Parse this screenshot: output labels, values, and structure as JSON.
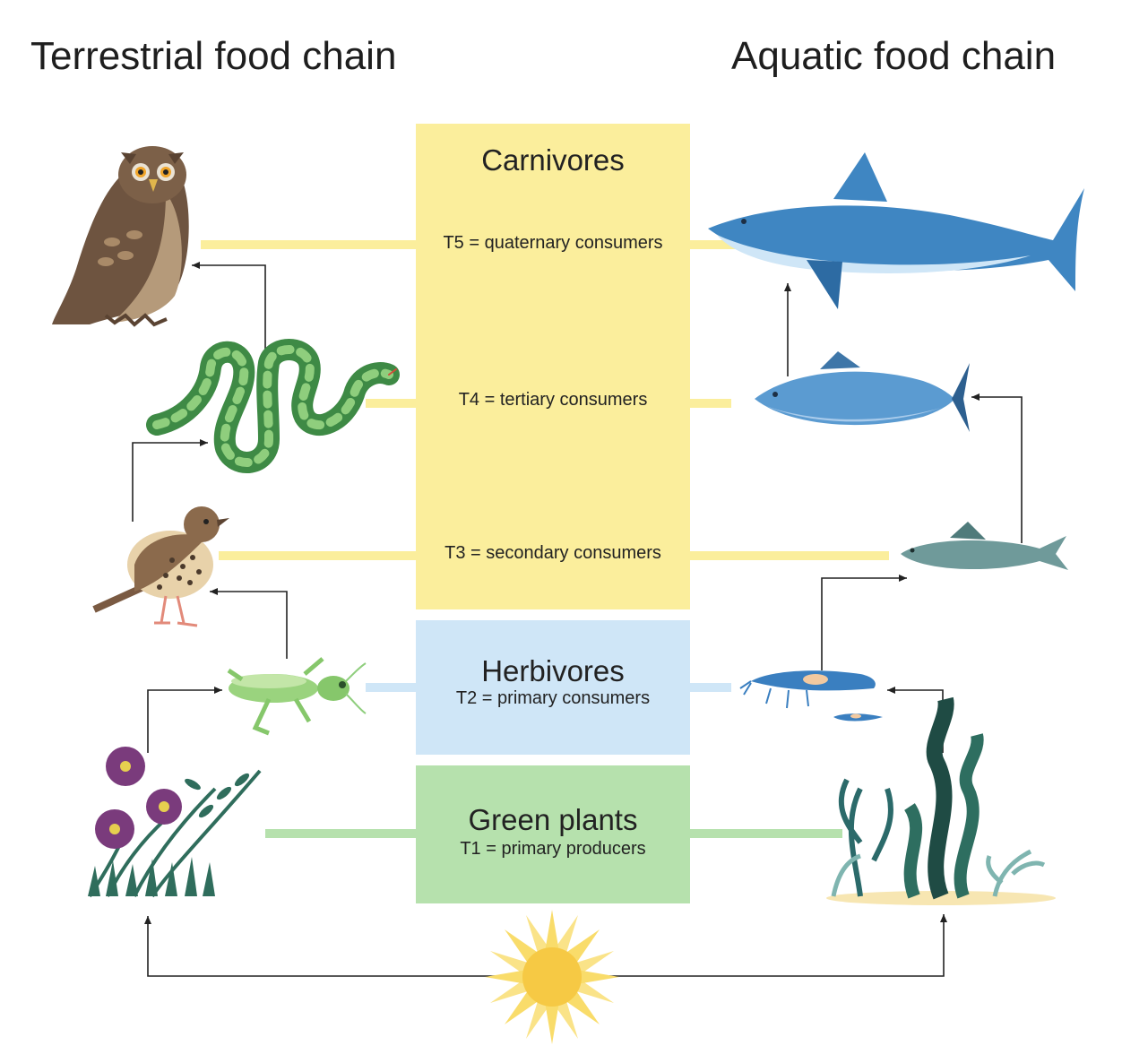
{
  "titles": {
    "terrestrial": "Terrestrial food chain",
    "aquatic": "Aquatic food chain"
  },
  "levels": {
    "carnivores": {
      "heading": "Carnivores",
      "t5": "T5 = quaternary consumers",
      "t4": "T4 = tertiary consumers",
      "t3": "T3 = secondary consumers"
    },
    "herbivores": {
      "heading": "Herbivores",
      "t2": "T2 = primary consumers"
    },
    "green_plants": {
      "heading": "Green plants",
      "t1": "T1 = primary producers"
    }
  },
  "terrestrial_chain": [
    "flowering-plant-icon",
    "grasshopper-icon",
    "thrush-icon",
    "snake-icon",
    "owl-icon"
  ],
  "aquatic_chain": [
    "seaweed-icon",
    "krill-icon",
    "small-fish-icon",
    "tuna-icon",
    "shark-icon"
  ],
  "energy_source": "sun-icon",
  "colors": {
    "carnivores": "#fbee9c",
    "herbivores": "#cfe6f7",
    "green_plants": "#b6e1ad",
    "sun": "#f7cf4a"
  }
}
